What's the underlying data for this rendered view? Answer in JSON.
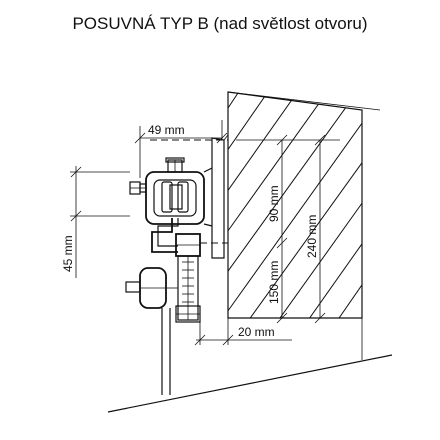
{
  "title": "POSUVNÁ TYP B (nad světlost otvoru)",
  "dimensions": {
    "d49": "49 mm",
    "d45": "45 mm",
    "d90": "90 mm",
    "d240": "240 mm",
    "d150": "150 mm",
    "d20": "20 mm"
  },
  "colors": {
    "line": "#111111",
    "background": "#ffffff"
  }
}
